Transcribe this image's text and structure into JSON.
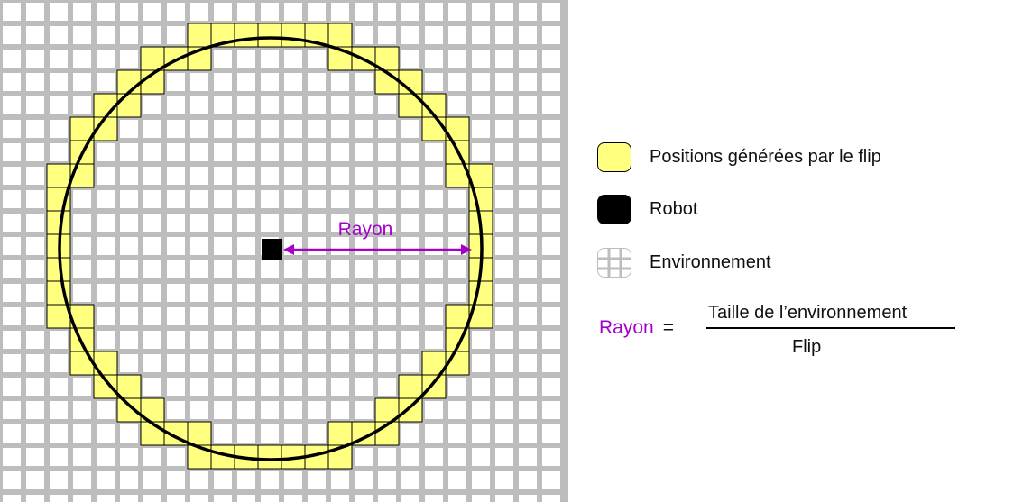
{
  "colors": {
    "yellow": "#ffff80",
    "grid": "#bdbdbd",
    "robot": "#000000",
    "radius_label": "#a400c8",
    "circle": "#000000"
  },
  "diagram": {
    "radius_label": "Rayon"
  },
  "legend": [
    {
      "icon": "yellow-square-icon",
      "label": "Positions générées par le flip"
    },
    {
      "icon": "robot-square-icon",
      "label": "Robot"
    },
    {
      "icon": "grid-square-icon",
      "label": "Environnement"
    }
  ],
  "formula": {
    "lhs": "Rayon",
    "equals": "=",
    "numerator": "Taille de l’environnement",
    "denominator": "Flip"
  }
}
